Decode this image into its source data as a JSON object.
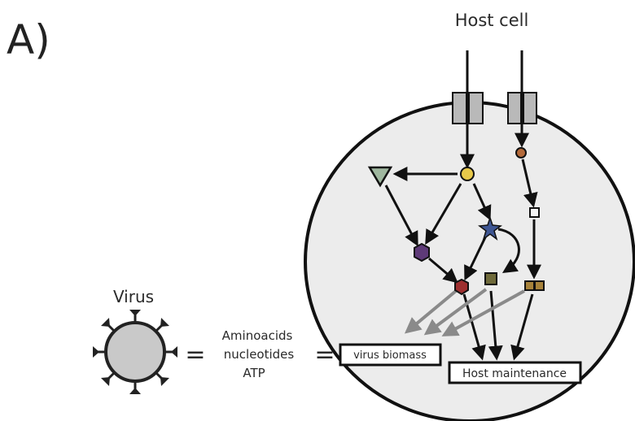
{
  "panel_label": "A)",
  "host_cell_label": "Host cell",
  "virus_label": "Virus",
  "molecules": [
    "Aminoacids",
    "nucleotides",
    "ATP"
  ],
  "equals_symbol": "=",
  "boxes": {
    "virus_biomass": "virus biomass",
    "host_maintenance": "Host maintenance"
  },
  "colors": {
    "cell_fill": "#ececec",
    "stroke": "#111111",
    "channel": "#b9b9b9",
    "yellow_node": "#e8c94a",
    "red_node": "#9e2f2f",
    "purple_node": "#5e3a78",
    "blue_star": "#3e5693",
    "olive_node": "#6f6a3a",
    "gray_arrow": "#8a8a8a",
    "virus_body": "#c9c9c9"
  }
}
